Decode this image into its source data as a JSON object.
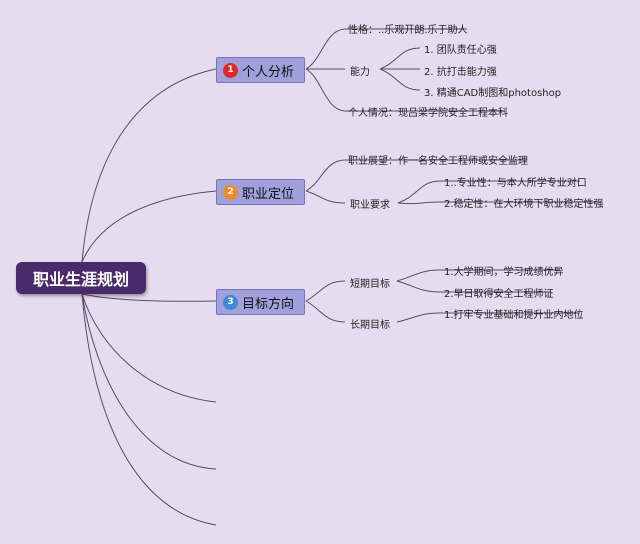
{
  "root": {
    "label": "职业生涯规划"
  },
  "branches": [
    {
      "number": "1",
      "number_color": "#e0282a",
      "label": "个人分析",
      "children": [
        {
          "label": "性格：..乐观开朗.乐于助人"
        },
        {
          "label": "能力",
          "children": [
            "1. 团队责任心强",
            "2. 抗打击能力强",
            "3. 精通CAD制图和photoshop"
          ]
        },
        {
          "label": "个人情况：现吕梁学院安全工程本科"
        }
      ]
    },
    {
      "number": "2",
      "number_color": "#f08a24",
      "label": "职业定位",
      "children": [
        {
          "label": "职业展望：作一名安全工程师或安全监理"
        },
        {
          "label": "职业要求",
          "children": [
            "1..专业性：与本人所学专业对口",
            "2.稳定性：在大环境下职业稳定性强"
          ]
        }
      ]
    },
    {
      "number": "3",
      "number_color": "#3e8ad8",
      "label": "目标方向",
      "children": [
        {
          "label": "短期目标",
          "children": [
            "1.大学期间，学习成绩优异",
            "2.早日取得安全工程师证"
          ]
        },
        {
          "label": "长期目标",
          "children": [
            "1.打牢专业基础和提升业内地位"
          ]
        }
      ]
    }
  ],
  "colors": {
    "background": "#e6dcef",
    "line": "#5a4a6a",
    "root_fill": "#4a2a6b",
    "branch_fill": "#9fa0dc"
  }
}
